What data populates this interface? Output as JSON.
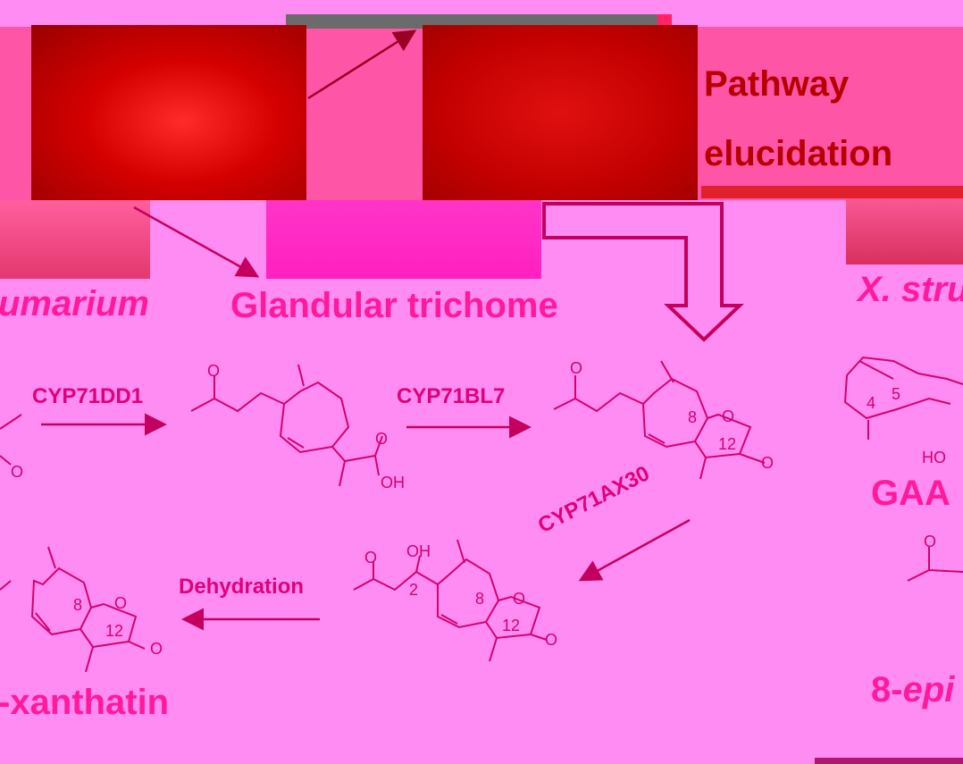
{
  "labels": {
    "pathway_line1": "Pathway",
    "pathway_line2": "elucidation",
    "species_left": "umarium",
    "trichome": "Glandular trichome",
    "species_right": "X. stru",
    "product_left": "-xanthatin",
    "product_right_prefix": "8-",
    "product_right_ital": "epi",
    "gaa": "GAA"
  },
  "enzymes": {
    "e1": "CYP71DD1",
    "e2": "CYP71BL7",
    "e3": "CYP71AX30",
    "e4": "Dehydration"
  },
  "atoms": {
    "o": "O",
    "oh": "OH",
    "ho": "HO"
  },
  "numbers": {
    "n8": "8",
    "n12": "12",
    "n2": "2",
    "n4": "4",
    "n5": "5"
  },
  "colors": {
    "background": "#ff8cf3",
    "banner": "#ff55a6",
    "title_text": "#b80000",
    "label_text": "#ff1a9c",
    "structure_line": "#d4006e"
  }
}
